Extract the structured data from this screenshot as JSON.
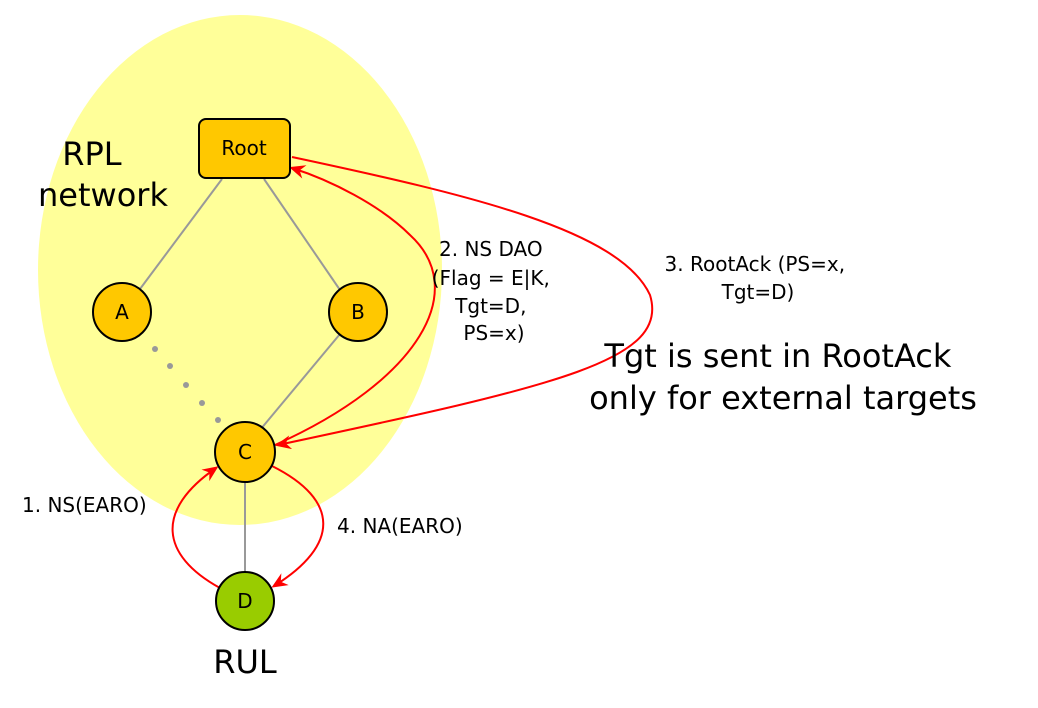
{
  "diagram": {
    "region_label_lines": [
      "RPL",
      "network"
    ],
    "nodes": {
      "root": "Root",
      "a": "A",
      "b": "B",
      "c": "C",
      "d": "D"
    },
    "rul_label": "RUL",
    "messages": {
      "step1": "1. NS(EARO)",
      "step2_lines": [
        "2. NS DAO",
        "(Flag = E|K,",
        "Tgt=D,",
        "PS=x)"
      ],
      "step3_lines": [
        "3. RootAck (PS=x,",
        "Tgt=D)"
      ],
      "step4": "4. NA(EARO)"
    },
    "note_lines": [
      "Tgt is sent in RootAck",
      "only for external targets"
    ]
  },
  "colors": {
    "network_region": "#FFFF99",
    "node_fill": "#FFC800",
    "rul_fill": "#99CC00",
    "link": "#999999",
    "message_arrow": "#FF0000",
    "outline": "#000000"
  }
}
